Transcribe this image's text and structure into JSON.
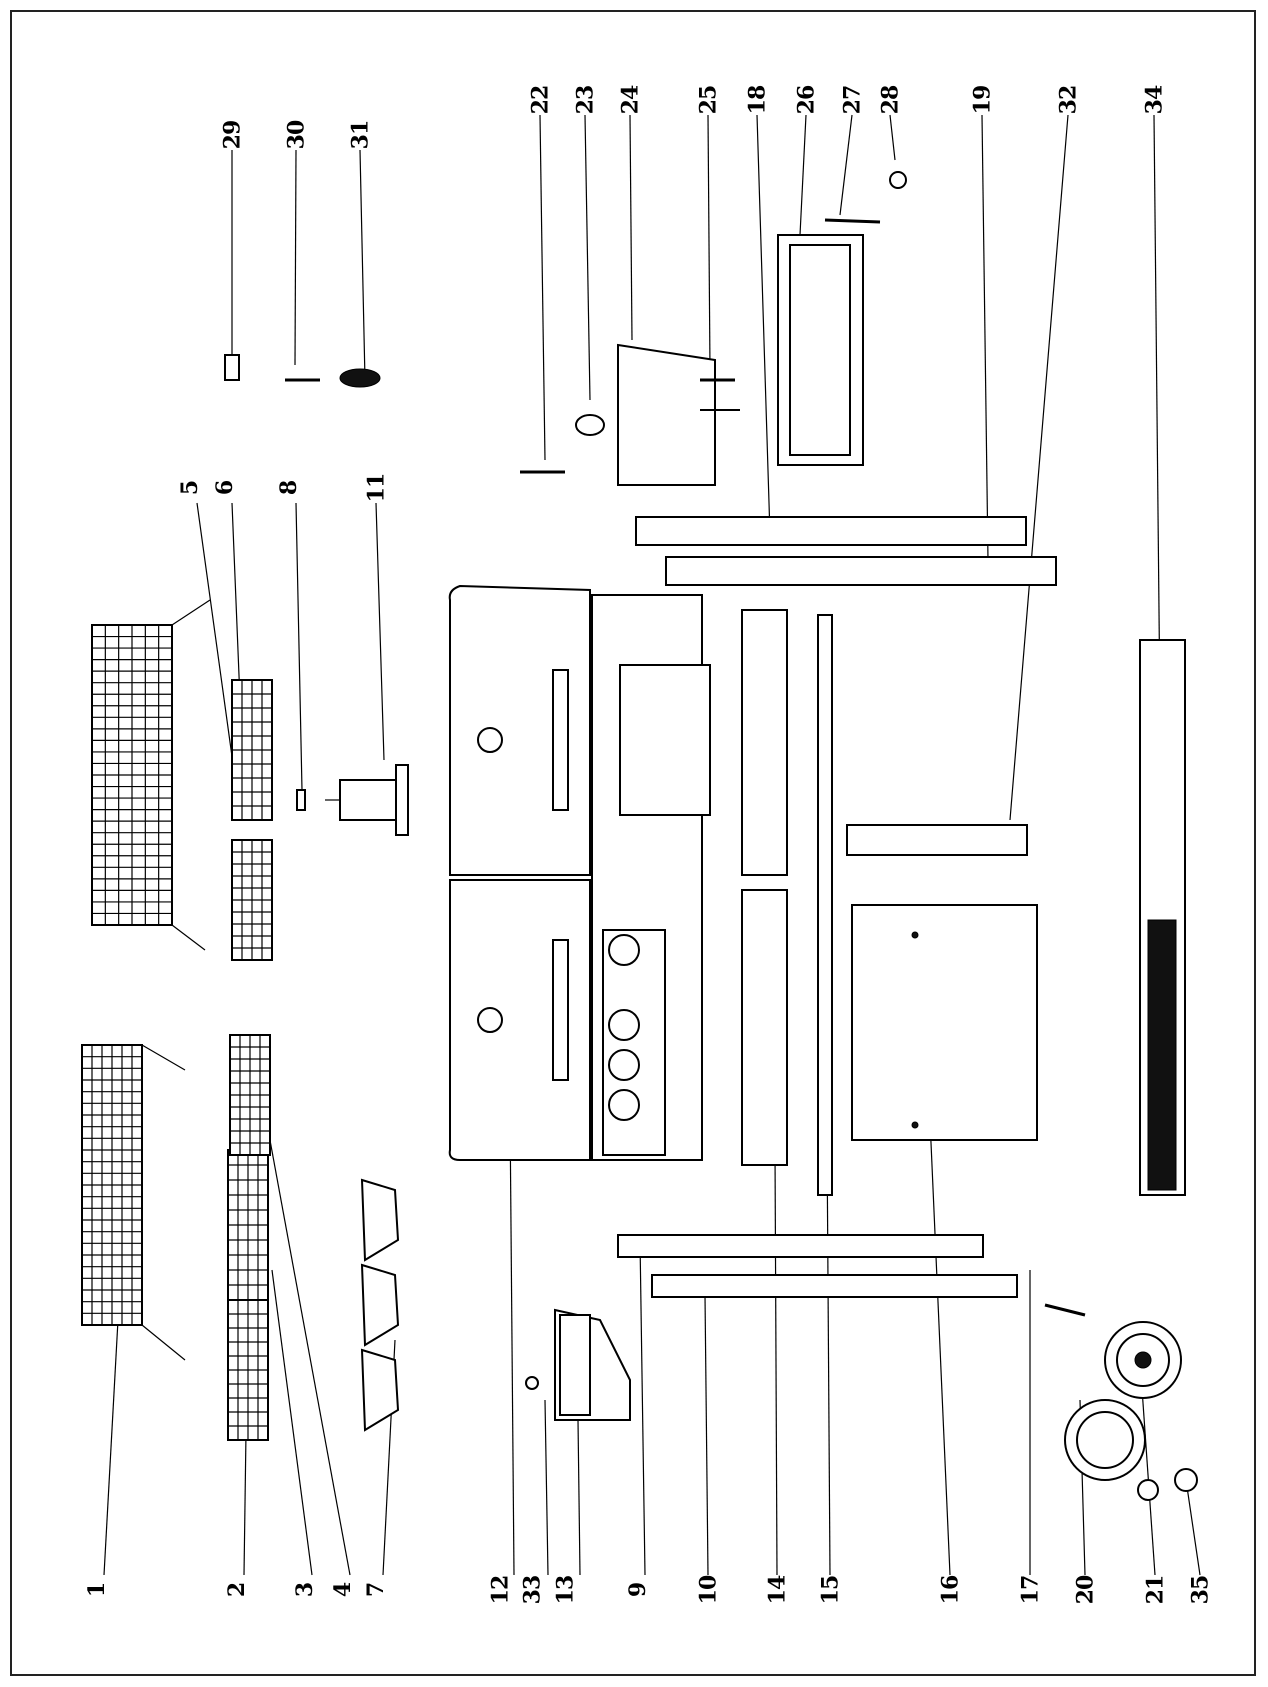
{
  "diagram": {
    "part_numbers": [
      "1",
      "2",
      "3",
      "4",
      "5",
      "6",
      "7",
      "8",
      "9",
      "10",
      "11",
      "12",
      "13",
      "14",
      "15",
      "16",
      "17",
      "18",
      "19",
      "20",
      "21",
      "22",
      "23",
      "24",
      "25",
      "26",
      "27",
      "28",
      "29",
      "30",
      "31",
      "32",
      "33",
      "34",
      "35"
    ],
    "colors": {
      "line": "#000000",
      "background": "#ffffff"
    }
  }
}
